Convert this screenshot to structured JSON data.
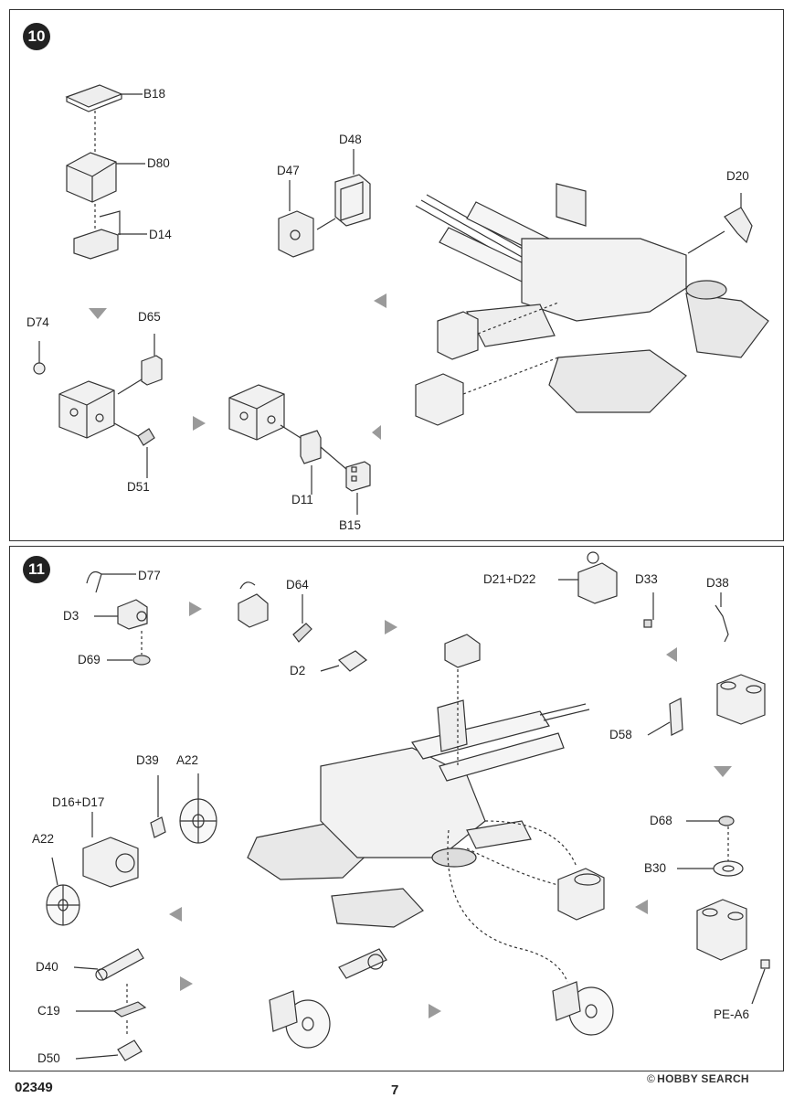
{
  "steps": {
    "step10": {
      "number": "10",
      "labels": {
        "b18": "B18",
        "d80": "D80",
        "d14": "D14",
        "d48": "D48",
        "d47": "D47",
        "d20": "D20",
        "d74": "D74",
        "d65": "D65",
        "d51": "D51",
        "d11": "D11",
        "b15": "B15"
      }
    },
    "step11": {
      "number": "11",
      "labels": {
        "d77": "D77",
        "d3": "D3",
        "d69": "D69",
        "d64": "D64",
        "d2": "D2",
        "d21_d22": "D21+D22",
        "d33": "D33",
        "d38": "D38",
        "d58": "D58",
        "d39": "D39",
        "a22_top": "A22",
        "d16_d17": "D16+D17",
        "a22_left": "A22",
        "d68": "D68",
        "b30": "B30",
        "pe_a6": "PE-A6",
        "d40": "D40",
        "c19": "C19",
        "d50": "D50"
      }
    }
  },
  "footer": {
    "product_code": "02349",
    "page_number": "7",
    "watermark": "HOBBY SEARCH",
    "watermark_symbol": "©"
  },
  "colors": {
    "line": "#333333",
    "arrow": "#9a9a9a",
    "badge": "#222222"
  }
}
